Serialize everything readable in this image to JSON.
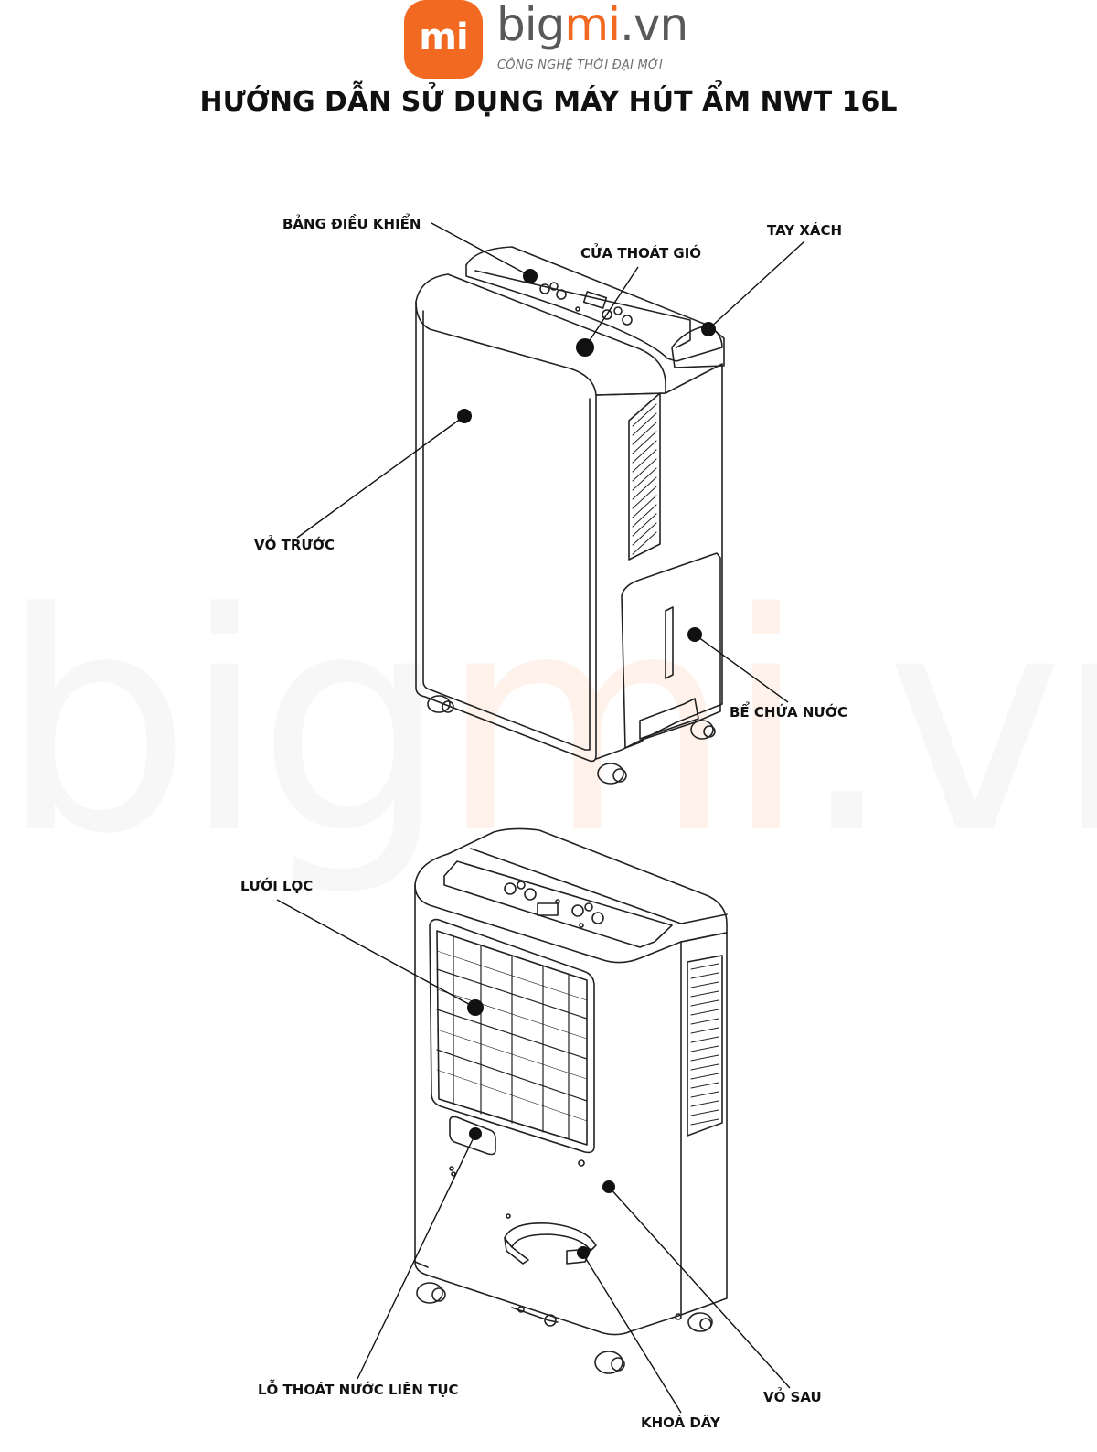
{
  "header": {
    "logo_mark": "mi",
    "brand_prefix": "big",
    "brand_mi": "mi",
    "brand_suffix": ".vn",
    "tagline": "CÔNG NGHỆ THỜI ĐẠI MỚI",
    "title": "HƯỚNG DẪN SỬ DỤNG MÁY HÚT ẨM NWT 16L"
  },
  "watermark": {
    "prefix": "big",
    "mi": "mi",
    "suffix": ".vn"
  },
  "labels": {
    "control_panel": "BẢNG ĐIỀU KHIỂN",
    "air_outlet": "CỬA THOÁT GIÓ",
    "handle": "TAY XÁCH",
    "front_cover": "VỎ TRƯỚC",
    "water_tank": "BỂ CHỨA NƯỚC",
    "filter": "LƯỚI LỌC",
    "continuous_drain": "LỖ THOÁT NƯỚC LIÊN TỤC",
    "back_cover": "VỎ SAU",
    "cord_clip": "KHOÁ DÂY"
  },
  "colors": {
    "brand_orange": "#f26a21",
    "brand_grey": "#58595b",
    "line_art": "#222222"
  }
}
